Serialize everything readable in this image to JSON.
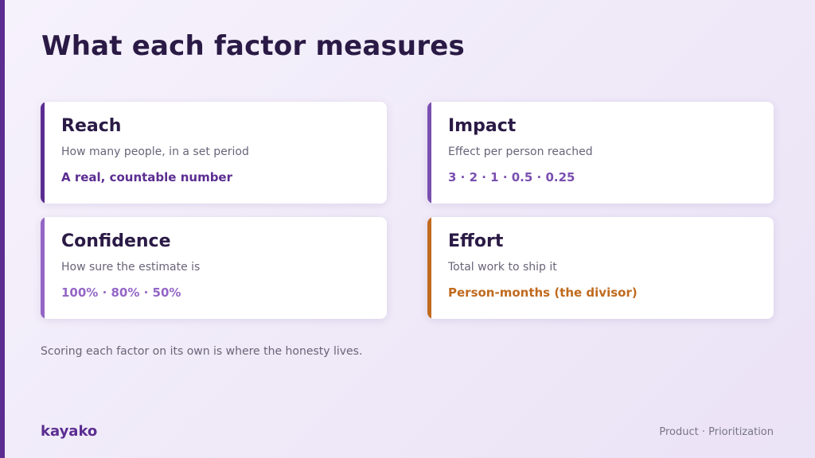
{
  "slide": {
    "title": "What each factor measures",
    "footnote": "Scoring each factor on its own is where the honesty lives.",
    "brand": "kayako",
    "footer_right": "Product · Prioritization"
  },
  "colors": {
    "brand_purple": "#5b2d91",
    "impact_purple": "#7a4fb0",
    "confidence_lavender": "#9466c6",
    "effort_orange": "#c06a1e",
    "title_dark": "#2a1a45"
  },
  "cards": [
    {
      "title": "Reach",
      "description": "How many people, in a set period",
      "value": "A real, countable number",
      "accent": "#5b2d91"
    },
    {
      "title": "Impact",
      "description": "Effect per person reached",
      "value": "3 · 2 · 1 · 0.5 · 0.25",
      "accent": "#7a4fb0"
    },
    {
      "title": "Confidence",
      "description": "How sure the estimate is",
      "value": "100% · 80% · 50%",
      "accent": "#9466c6"
    },
    {
      "title": "Effort",
      "description": "Total work to ship it",
      "value": "Person-months (the divisor)",
      "accent": "#c06a1e"
    }
  ]
}
